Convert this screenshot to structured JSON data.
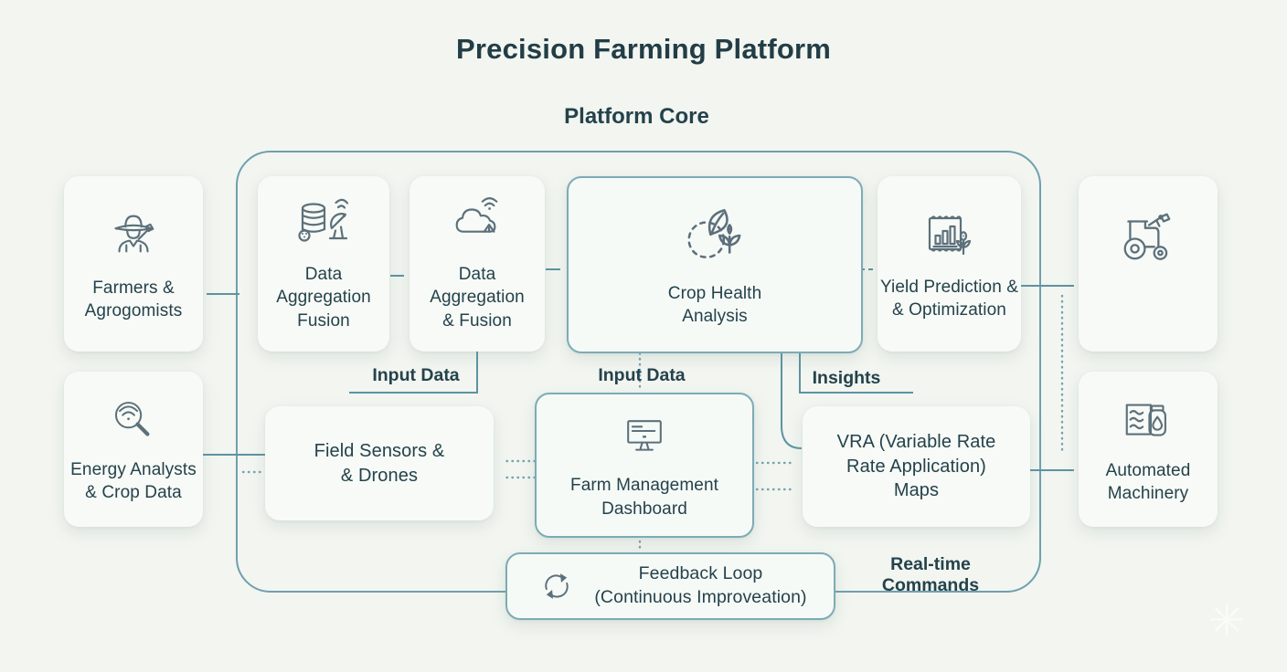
{
  "title": "Precision Farming Platform",
  "subtitle": "Platform Core",
  "colors": {
    "accent": "#5d93a3",
    "accent_light": "#74a3b0",
    "border": "#6fa0ae",
    "text": "#24424c",
    "icon": "#5c707b"
  },
  "nodes": {
    "farmers": {
      "label": "Farmers &\nAgrogomists",
      "icon": "farmer-icon"
    },
    "energy_analysts": {
      "label": "Energy Analysts\n& Crop Data",
      "icon": "magnifier-signal-icon"
    },
    "data_aggregation_fusion": {
      "label": "Data\nAggregation\nFusion",
      "icon": "database-satellite-icon"
    },
    "data_aggregation_fusion_2": {
      "label": "Data Aggregation\n& Fusion",
      "icon": "cloud-signal-icon"
    },
    "crop_health_analysis": {
      "label": "Crop Health\nAnalysis",
      "icon": "leaves-icon"
    },
    "yield_prediction": {
      "label": "Yield Prediction &\n& Optimization",
      "icon": "chart-plant-icon"
    },
    "machinery_top": {
      "label": "",
      "icon": "tractor-icon"
    },
    "field_sensors": {
      "label": "Field Sensors &\n& Drones"
    },
    "farm_dashboard": {
      "label": "Farm Management\nDashboard",
      "icon": "monitor-icon"
    },
    "vra_maps": {
      "label": "VRA (Variable Rate\nRate Application)\nMaps"
    },
    "automated_machinery": {
      "label": "Automated\nMachinery",
      "icon": "supplies-icon"
    },
    "feedback_loop": {
      "label": "Feedback Loop\n(Continuous Improveation)",
      "icon": "cycle-arrows-icon"
    }
  },
  "edge_labels": {
    "input_data_left": "Input Data",
    "input_data_center": "Input Data",
    "insights": "Insights",
    "realtime_commands": "Real-time Commands"
  }
}
